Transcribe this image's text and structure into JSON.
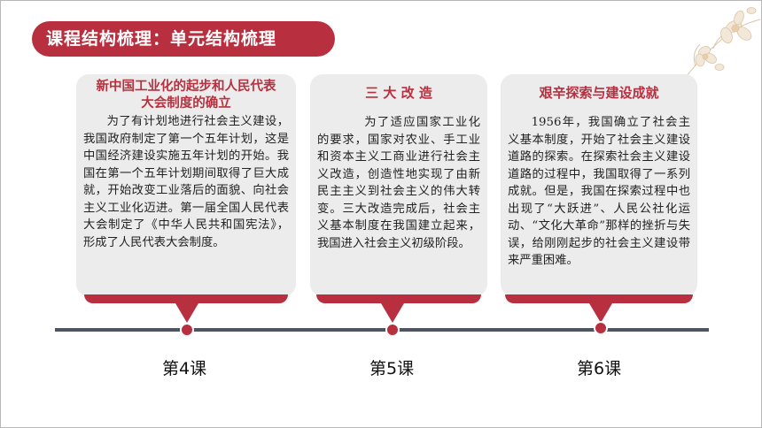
{
  "header": {
    "title": "课程结构梳理：单元结构梳理"
  },
  "cards": [
    {
      "title": "新中国工业化的起步和人民代表大会制度的确立",
      "body": "为了有计划地进行社会主义建设，我国政府制定了第一个五年计划，这是中国经济建设实施五年计划的开始。我国在第一个五年计划期间取得了巨大成就，开始改变工业落后的面貌、向社会主义工业化迈进。第一届全国人民代表大会制定了《中华人民共和国宪法》，形成了人民代表大会制度。"
    },
    {
      "title": "三 大 改 造",
      "body": "为了适应国家工业化的要求，国家对农业、手工业和资本主义工商业进行社会主义改造，创造性地实现了由新民主主义到社会主义的伟大转变。三大改造完成后，社会主义基本制度在我国建立起来，我国进入社会主义初级阶段。"
    },
    {
      "title": "艰辛探索与建设成就",
      "body": "1956年，我国确立了社会主义基本制度，开始了社会主义建设道路的探索。在探索社会主义建设道路的过程中，我国取得了一系列成就。但是，我国在探索过程中也出现了“大跃进”、人民公社化运动、“文化大革命”那样的挫折与失误，给刚刚起步的社会主义建设带来严重困难。"
    }
  ],
  "timeline": {
    "lessons": [
      "第4课",
      "第5课",
      "第6课"
    ]
  },
  "colors": {
    "accent": "#b8303f",
    "card_bg": "#ececec",
    "line": "#4d5564"
  }
}
